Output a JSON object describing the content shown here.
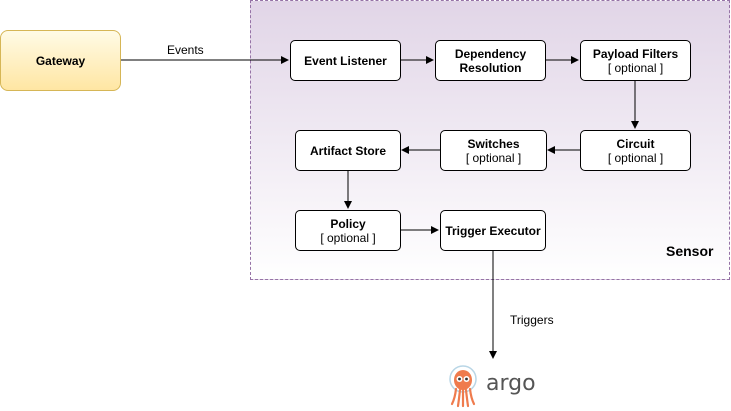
{
  "sensor": {
    "label": "Sensor"
  },
  "nodes": {
    "gateway": {
      "title": "Gateway"
    },
    "event_listener": {
      "title": "Event Listener"
    },
    "dependency_resolution": {
      "title_line1": "Dependency",
      "title_line2": "Resolution"
    },
    "payload_filters": {
      "title": "Payload Filters",
      "sub": "[ optional ]"
    },
    "circuit": {
      "title": "Circuit",
      "sub": "[ optional ]"
    },
    "switches": {
      "title": "Switches",
      "sub": "[ optional ]"
    },
    "artifact_store": {
      "title": "Artifact Store"
    },
    "policy": {
      "title": "Policy",
      "sub": "[ optional ]"
    },
    "trigger_executor": {
      "title": "Trigger Executor"
    }
  },
  "edges": {
    "events_label": "Events",
    "triggers_label": "Triggers"
  },
  "logo": {
    "text": "argo",
    "mascot_color": "#ef7b4d",
    "text_color": "#555555"
  }
}
